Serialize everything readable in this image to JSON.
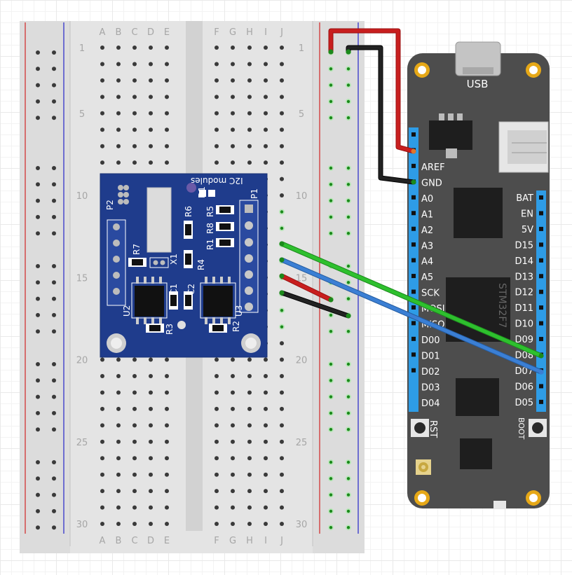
{
  "breadboard": {
    "columns_left": [
      "A",
      "B",
      "C",
      "D",
      "E"
    ],
    "columns_right": [
      "F",
      "G",
      "H",
      "I",
      "J"
    ],
    "row_numbers": [
      "1",
      "5",
      "10",
      "15",
      "20",
      "25",
      "30"
    ]
  },
  "module": {
    "title": "I2C modules",
    "parts": [
      "P2",
      "R7",
      "R6",
      "R5",
      "R8",
      "R1",
      "X1",
      "R4",
      "C1",
      "C2",
      "U2",
      "U3",
      "R3",
      "R2",
      "D1",
      "P1"
    ]
  },
  "board": {
    "usb_label": "USB",
    "chip_label": "STM32F7",
    "left_pins": [
      "AREF",
      "GND",
      "A0",
      "A1",
      "A2",
      "A3",
      "A4",
      "A5",
      "SCK",
      "MOSI",
      "MISO",
      "D00",
      "D01",
      "D02",
      "D03",
      "D04"
    ],
    "right_pins": [
      "BAT",
      "EN",
      "5V",
      "D15",
      "D14",
      "D13",
      "D12",
      "D11",
      "D10",
      "D09",
      "D08",
      "D07",
      "D06",
      "D05"
    ],
    "rst_label": "RST",
    "boot_label": "BOOT"
  },
  "colors": {
    "wire_red": "#c81e1e",
    "wire_black": "#222222",
    "wire_green": "#2ec02e",
    "wire_blue": "#3b7fd4",
    "pcb_blue": "#1f3c8c",
    "board_gray": "#4d4d4d",
    "pin_blue": "#2e9ce6",
    "mount_gold": "#e6a817"
  }
}
